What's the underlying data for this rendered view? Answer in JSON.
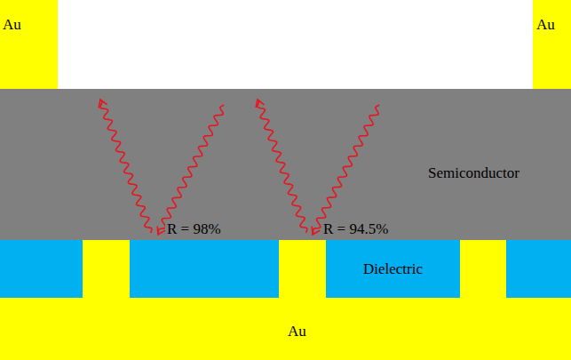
{
  "diagram": {
    "nodes": [
      {
        "text": [
          "Au"
        ]
      },
      {
        "text": [
          "Au"
        ]
      },
      {
        "text": [
          "Semiconductor"
        ]
      },
      {
        "text": [
          "Dielectric"
        ]
      },
      {
        "text": [
          "Au"
        ]
      }
    ],
    "labels": [
      "R = 98%",
      "R = 94.5%"
    ]
  }
}
